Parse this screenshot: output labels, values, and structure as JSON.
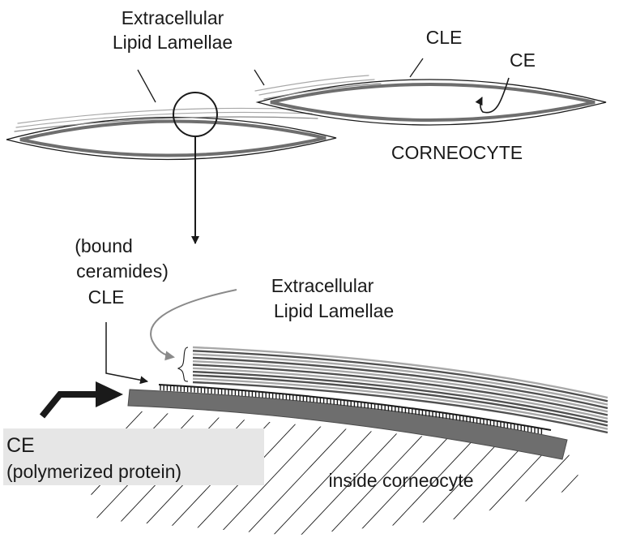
{
  "top": {
    "label_lamellae_line1": "Extracellular",
    "label_lamellae_line2": "Lipid Lamellae",
    "label_cle": "CLE",
    "label_ce": "CE",
    "label_corneocyte": "CORNEOCYTE"
  },
  "detail": {
    "label_bound_line1": "(bound",
    "label_bound_line2": "ceramides)",
    "label_cle": "CLE",
    "label_lamellae_line1": "Extracellular",
    "label_lamellae_line2": "Lipid Lamellae",
    "label_ce": "CE",
    "label_polymerized": "(polymerized protein)",
    "label_inside": "inside corneocyte"
  },
  "colors": {
    "ink": "#1a1a1a",
    "cell_envelope": "#6e6e6e",
    "lamella_light": "#a8a8a8",
    "lamella_dark": "#505050",
    "highlight_box": "#e6e6e6"
  }
}
